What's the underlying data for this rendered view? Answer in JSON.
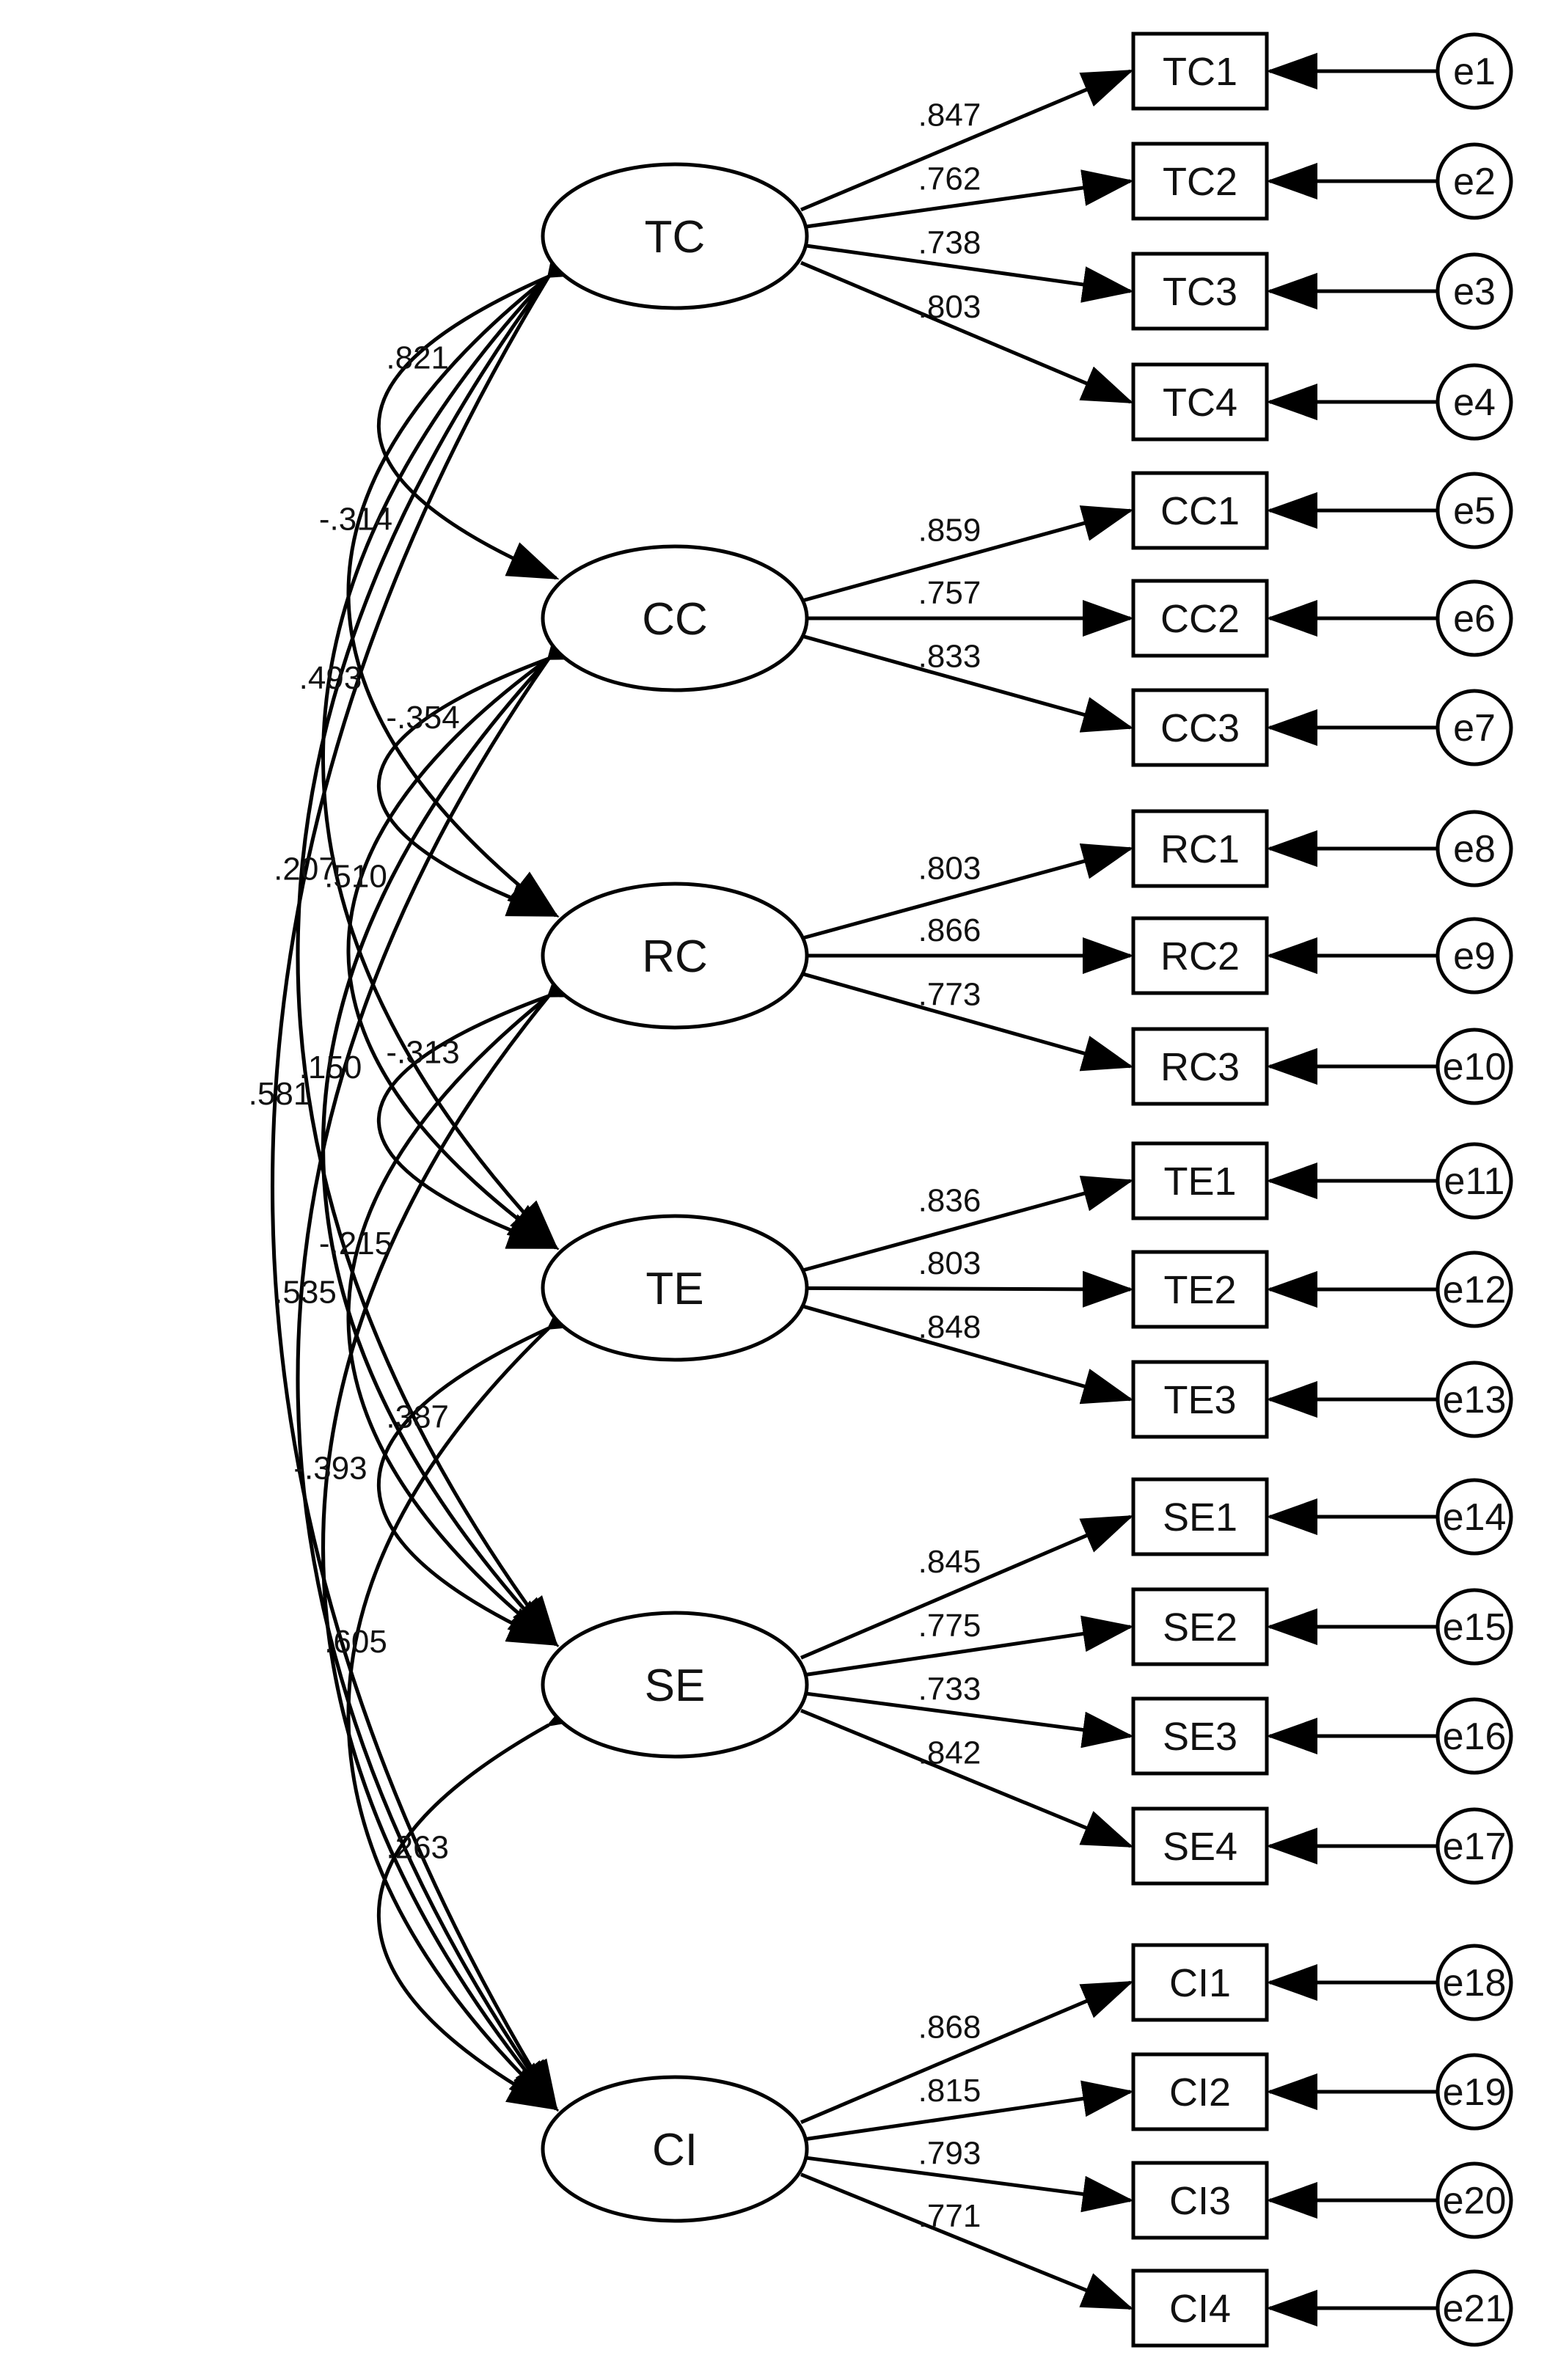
{
  "latents": [
    {
      "id": "TC",
      "label": "TC",
      "indicators": [
        {
          "label": "TC1",
          "loading": ".847",
          "error": "e1"
        },
        {
          "label": "TC2",
          "loading": ".762",
          "error": "e2"
        },
        {
          "label": "TC3",
          "loading": ".738",
          "error": "e3"
        },
        {
          "label": "TC4",
          "loading": ".803",
          "error": "e4"
        }
      ]
    },
    {
      "id": "CC",
      "label": "CC",
      "indicators": [
        {
          "label": "CC1",
          "loading": ".859",
          "error": "e5"
        },
        {
          "label": "CC2",
          "loading": ".757",
          "error": "e6"
        },
        {
          "label": "CC3",
          "loading": ".833",
          "error": "e7"
        }
      ]
    },
    {
      "id": "RC",
      "label": "RC",
      "indicators": [
        {
          "label": "RC1",
          "loading": ".803",
          "error": "e8"
        },
        {
          "label": "RC2",
          "loading": ".866",
          "error": "e9"
        },
        {
          "label": "RC3",
          "loading": ".773",
          "error": "e10"
        }
      ]
    },
    {
      "id": "TE",
      "label": "TE",
      "indicators": [
        {
          "label": "TE1",
          "loading": ".836",
          "error": "e11"
        },
        {
          "label": "TE2",
          "loading": ".803",
          "error": "e12"
        },
        {
          "label": "TE3",
          "loading": ".848",
          "error": "e13"
        }
      ]
    },
    {
      "id": "SE",
      "label": "SE",
      "indicators": [
        {
          "label": "SE1",
          "loading": ".845",
          "error": "e14"
        },
        {
          "label": "SE2",
          "loading": ".775",
          "error": "e15"
        },
        {
          "label": "SE3",
          "loading": ".733",
          "error": "e16"
        },
        {
          "label": "SE4",
          "loading": ".842",
          "error": "e17"
        }
      ]
    },
    {
      "id": "CI",
      "label": "CI",
      "indicators": [
        {
          "label": "CI1",
          "loading": ".868",
          "error": "e18"
        },
        {
          "label": "CI2",
          "loading": ".815",
          "error": "e19"
        },
        {
          "label": "CI3",
          "loading": ".793",
          "error": "e20"
        },
        {
          "label": "CI4",
          "loading": ".771",
          "error": "e21"
        }
      ]
    }
  ],
  "correlations": [
    {
      "from": "TC",
      "to": "CC",
      "value": ".821"
    },
    {
      "from": "TC",
      "to": "RC",
      "value": "-.314"
    },
    {
      "from": "TC",
      "to": "TE",
      "value": ".493"
    },
    {
      "from": "TC",
      "to": "SE",
      "value": ".207"
    },
    {
      "from": "TC",
      "to": "CI",
      "value": ".581"
    },
    {
      "from": "CC",
      "to": "RC",
      "value": "-.354"
    },
    {
      "from": "CC",
      "to": "TE",
      "value": ".510"
    },
    {
      "from": "CC",
      "to": "SE",
      "value": ".150"
    },
    {
      "from": "CC",
      "to": "CI",
      "value": ".535"
    },
    {
      "from": "RC",
      "to": "TE",
      "value": "-.313"
    },
    {
      "from": "RC",
      "to": "SE",
      "value": "-.215"
    },
    {
      "from": "RC",
      "to": "CI",
      "value": "-.393"
    },
    {
      "from": "TE",
      "to": "SE",
      "value": ".387"
    },
    {
      "from": "TE",
      "to": "CI",
      "value": ".605"
    },
    {
      "from": "SE",
      "to": "CI",
      "value": ".263"
    }
  ]
}
